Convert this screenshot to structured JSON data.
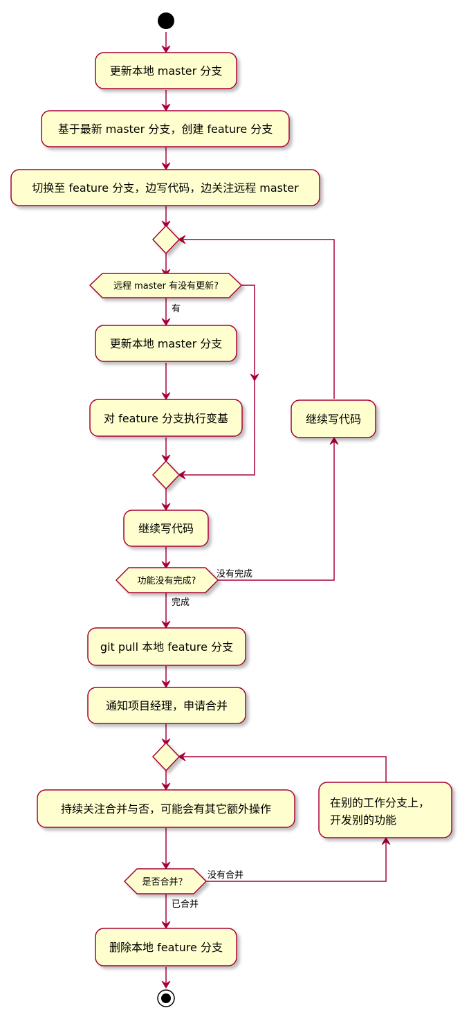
{
  "colors": {
    "line": "#A80036",
    "fill": "#FEFECE",
    "shadow": "#c9c9c9"
  },
  "nodes": {
    "update_master_1": "更新本地 master 分支",
    "create_feature": "基于最新 master 分支，创建 feature 分支",
    "switch_feature": "切换至 feature 分支，边写代码，边关注远程 master",
    "check_remote": "远程 master 有没有更新?",
    "update_master_2": "更新本地 master 分支",
    "rebase": "对 feature 分支执行变基",
    "continue_coding_1": "继续写代码",
    "continue_coding_2": "继续写代码",
    "check_done": "功能没有完成?",
    "git_pull": "git pull 本地 feature 分支",
    "notify_pm": "通知项目经理，申请合并",
    "watch_merge": "持续关注合并与否，可能会有其它额外操作",
    "other_work_line1": "在别的工作分支上，",
    "other_work_line2": "开发别的功能",
    "check_merged": "是否合并？",
    "delete_feature": "删除本地 feature 分支"
  },
  "edge_labels": {
    "yes": "有",
    "not_done": "没有完成",
    "done": "完成",
    "not_merged": "没有合并",
    "merged": "已合并"
  }
}
